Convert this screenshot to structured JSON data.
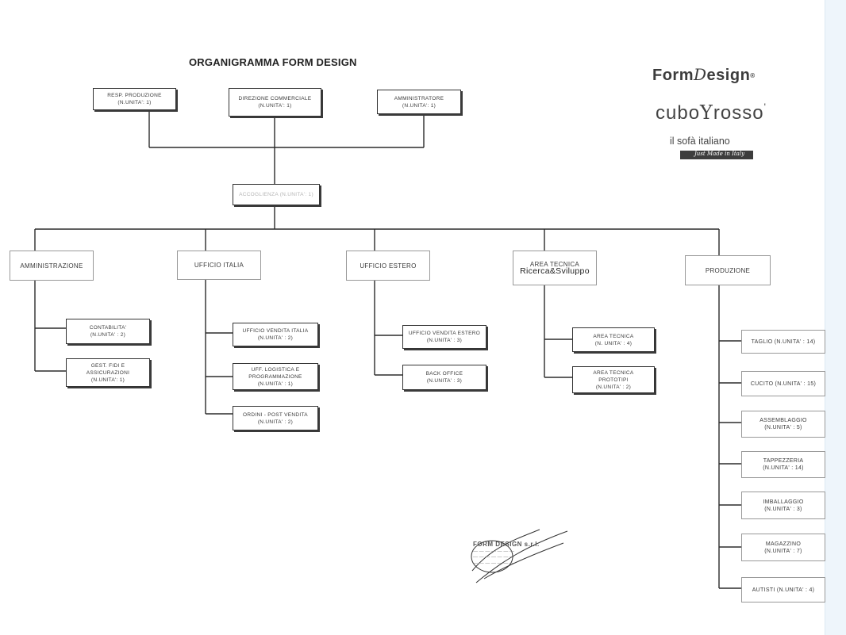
{
  "title": "ORGANIGRAMMA FORM DESIGN",
  "top": [
    {
      "name": "RESP. PRODUZIONE",
      "units": "(N.UNITA': 1)"
    },
    {
      "name": "DIREZIONE COMMERCIALE",
      "units": "(N.UNITA': 1)"
    },
    {
      "name": "AMMINISTRATORE",
      "units": "(N.UNITA': 1)"
    }
  ],
  "middle": {
    "label": "ACCOGLIENZA (N.UNITA': 1)"
  },
  "departments": [
    {
      "label": "AMMINISTRAZIONE",
      "sub": "",
      "children": [
        {
          "lines": [
            "CONTABILITA'",
            "(N.UNITA' : 2)"
          ]
        },
        {
          "lines": [
            "GEST. FIDI E",
            "ASSICURAZIONI",
            "(N.UNITA': 1)"
          ]
        }
      ]
    },
    {
      "label": "UFFICIO ITALIA",
      "sub": "",
      "children": [
        {
          "lines": [
            "UFFICIO VENDITA ITALIA",
            "(N.UNITA' : 2)"
          ]
        },
        {
          "lines": [
            "UFF. LOGISTICA E",
            "PROGRAMMAZIONE",
            "(N.UNITA' : 1)"
          ]
        },
        {
          "lines": [
            "ORDINI - POST VENDITA",
            "(N.UNITA' : 2)"
          ]
        }
      ]
    },
    {
      "label": "UFFICIO ESTERO",
      "sub": "",
      "children": [
        {
          "lines": [
            "UFFICIO VENDITA ESTERO",
            "(N.UNITA' : 3)"
          ]
        },
        {
          "lines": [
            "BACK OFFICE",
            "(N.UNITA' : 3)"
          ]
        }
      ]
    },
    {
      "label": "AREA TECNICA",
      "sub": "Ricerca&Sviluppo",
      "children": [
        {
          "lines": [
            "AREA TECNICA",
            "(N. UNITA' : 4)"
          ]
        },
        {
          "lines": [
            "AREA TECNICA",
            "PROTOTIPI",
            "(N.UNITA' : 2)"
          ]
        }
      ]
    },
    {
      "label": "PRODUZIONE",
      "sub": "",
      "children": [
        {
          "lines": [
            "TAGLIO (N.UNITA' : 14)"
          ]
        },
        {
          "lines": [
            "CUCITO (N.UNITA' : 15)"
          ]
        },
        {
          "lines": [
            "ASSEMBLAGGIO",
            "(N.UNITA' : 5)"
          ]
        },
        {
          "lines": [
            "TAPPEZZERIA",
            "(N.UNITA' : 14)"
          ]
        },
        {
          "lines": [
            "IMBALLAGGIO",
            "(N.UNITA' : 3)"
          ]
        },
        {
          "lines": [
            "MAGAZZINO",
            "(N.UNITA' : 7)"
          ]
        },
        {
          "lines": [
            "AUTISTI (N.UNITA' : 4)"
          ]
        }
      ]
    }
  ],
  "logos": {
    "brand1": "FormDesign",
    "brand2": "cuboYrosso'",
    "tagline": "il sofà italiano",
    "strip": "Just Made in Italy"
  },
  "stamp": {
    "company": "FORM DESIGN s.r.l."
  },
  "colors": {
    "line": "#2b2b2b",
    "box_border": "#333333",
    "faint_text": "#b5b5b5"
  }
}
